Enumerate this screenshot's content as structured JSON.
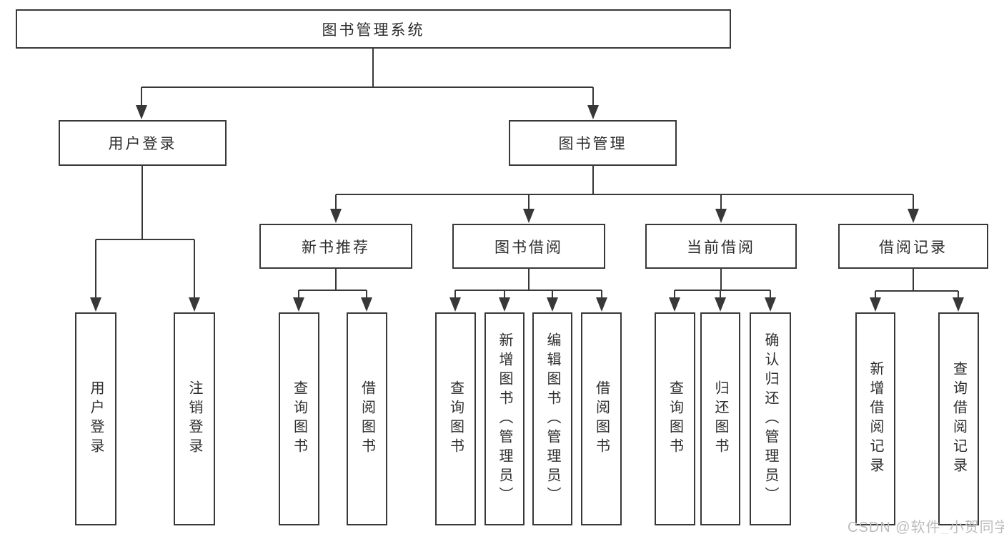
{
  "diagram": {
    "nodes": {
      "root": "图书管理系统",
      "user_login": "用户登录",
      "book_mgmt": "图书管理",
      "new_books": "新书推荐",
      "book_borrow": "图书借阅",
      "current_borrow": "当前借阅",
      "borrow_records": "借阅记录",
      "leaf_user_login": "用户登录",
      "leaf_logout": "注销登录",
      "leaf_nb_search": "查询图书",
      "leaf_nb_borrow": "借阅图书",
      "leaf_bb_search": "查询图书",
      "leaf_bb_add": "新增图书（管理员）",
      "leaf_bb_edit": "编辑图书（管理员）",
      "leaf_bb_borrow": "借阅图书",
      "leaf_cb_search": "查询图书",
      "leaf_cb_return": "归还图书",
      "leaf_cb_confirm": "确认归还（管理员）",
      "leaf_br_add": "新增借阅记录",
      "leaf_br_search": "查询借阅记录"
    },
    "hierarchy": {
      "图书管理系统": [
        "用户登录",
        "图书管理"
      ],
      "用户登录": [
        "用户登录",
        "注销登录"
      ],
      "图书管理": [
        "新书推荐",
        "图书借阅",
        "当前借阅",
        "借阅记录"
      ],
      "新书推荐": [
        "查询图书",
        "借阅图书"
      ],
      "图书借阅": [
        "查询图书",
        "新增图书（管理员）",
        "编辑图书（管理员）",
        "借阅图书"
      ],
      "当前借阅": [
        "查询图书",
        "归还图书",
        "确认归还（管理员）"
      ],
      "借阅记录": [
        "新增借阅记录",
        "查询借阅记录"
      ]
    },
    "colors": {
      "line": "#383838",
      "text": "#2e2e2e",
      "node_background": "#ffffff",
      "page_background": "#ffffff",
      "watermark": "#bdbdbd"
    }
  },
  "watermark": "CSDN @软件_小贺同学"
}
